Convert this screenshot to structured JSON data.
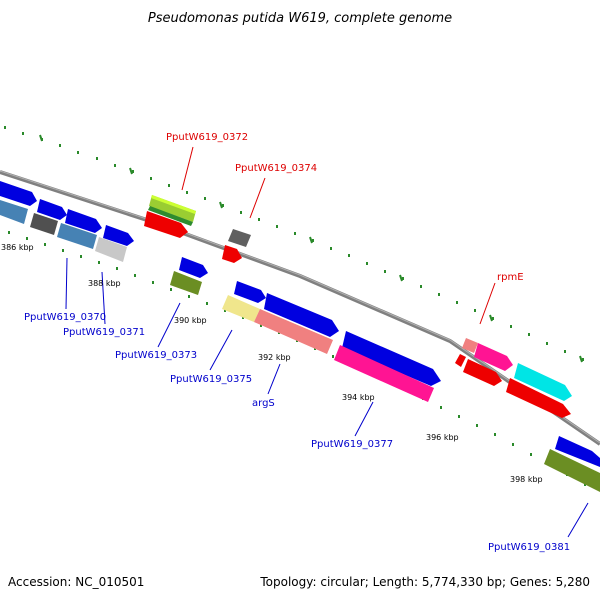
{
  "title": "Pseudomonas putida W619, complete genome",
  "footer": {
    "accession": "Accession: NC_010501",
    "summary": "Topology: circular; Length: 5,774,330 bp; Genes: 5,280"
  },
  "colors": {
    "axis": "#808080",
    "tick": "#2a8a2a",
    "label_red": "#dd0000",
    "label_blue": "#0000cc"
  },
  "scale_labels": [
    "386 kbp",
    "388 kbp",
    "390 kbp",
    "392 kbp",
    "394 kbp",
    "396 kbp",
    "398 kbp"
  ],
  "gene_labels": {
    "top": [
      "PputW619_0372",
      "PputW619_0374",
      "rpmE"
    ],
    "bottom": [
      "PputW619_0370",
      "PputW619_0371",
      "PputW619_0373",
      "PputW619_0375",
      "argS",
      "PputW619_0377",
      "PputW619_0381"
    ]
  }
}
